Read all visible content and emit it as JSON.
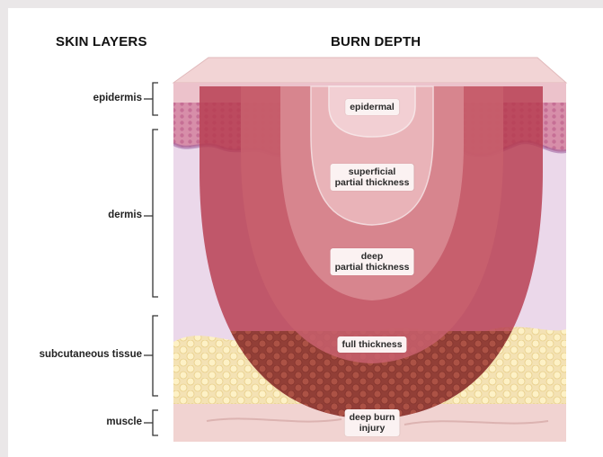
{
  "headings": {
    "skin_layers": "SKIN LAYERS",
    "burn_depth": "BURN DEPTH"
  },
  "skin_layers": [
    {
      "id": "epidermis",
      "label": "epidermis"
    },
    {
      "id": "dermis",
      "label": "dermis"
    },
    {
      "id": "subcutaneous",
      "label": "subcutaneous tissue"
    },
    {
      "id": "muscle",
      "label": "muscle"
    }
  ],
  "burn_depths": [
    {
      "id": "epidermal",
      "label_line1": "epidermal",
      "label_line2": ""
    },
    {
      "id": "superficial",
      "label_line1": "superficial",
      "label_line2": "partial thickness"
    },
    {
      "id": "deep_partial",
      "label_line1": "deep",
      "label_line2": "partial thickness"
    },
    {
      "id": "full",
      "label_line1": "full thickness",
      "label_line2": ""
    },
    {
      "id": "deep_burn",
      "label_line1": "deep burn",
      "label_line2": "injury"
    }
  ],
  "colors": {
    "top_surface": "#f0cfd1",
    "epidermis": "#d98aa6",
    "dermis": "#ead8e9",
    "fat_bg": "#f3e4bf",
    "fat_cell": "#fcedb4",
    "muscle": "#f0d2d0",
    "burn_outer": "#a8283d",
    "burn_mid": "#c45a68",
    "burn_inner": "#d78c95",
    "burn_lightest": "#efd5d7"
  }
}
